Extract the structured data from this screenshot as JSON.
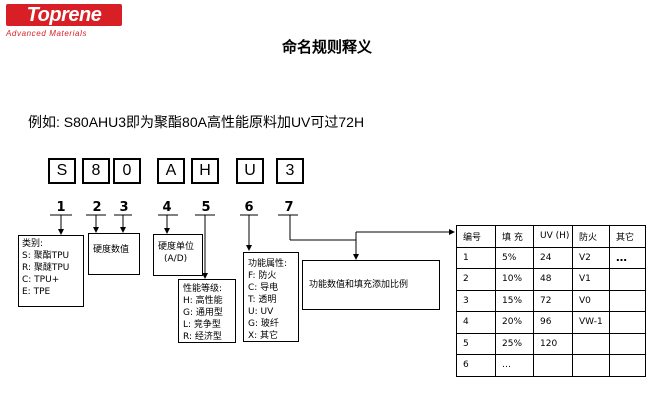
{
  "logo": {
    "brand": "Toprene",
    "tagline": "Advanced Materials",
    "color": "#d81f26"
  },
  "title": "命名规则释义",
  "example": "例如:   S80AHU3即为聚酯80A高性能原料加UV可过72H",
  "code_chars": [
    "S",
    "8",
    "0",
    "A",
    "H",
    "U",
    "3"
  ],
  "position_numbers": [
    "1",
    "2",
    "3",
    "4",
    "5",
    "6",
    "7"
  ],
  "boxes": {
    "category": {
      "heading": "类别:",
      "lines": [
        "S:  聚酯TPU",
        "R:  聚醚TPU",
        "C:   TPU+",
        "E:  TPE"
      ]
    },
    "hardness_value": {
      "text": "硬度数值"
    },
    "hardness_unit": {
      "line1": "硬度单位",
      "line2": "(A/D)"
    },
    "performance": {
      "heading": "性能等级:",
      "lines": [
        "H:  高性能",
        "G:  通用型",
        "L:  竞争型",
        "R:  经济型"
      ]
    },
    "function": {
      "heading": "功能属性:",
      "lines": [
        "F:  防火",
        "C:  导电",
        "T:  透明",
        "U:  UV",
        "G:  玻纤",
        "X:  其它"
      ]
    },
    "function_value": {
      "text": "功能数值和填充添加比例"
    }
  },
  "table": {
    "headers": [
      "编号",
      "填 充",
      "UV (H)",
      "防火",
      "其它"
    ],
    "rows": [
      [
        "1",
        "5%",
        "24",
        "V2",
        "…"
      ],
      [
        "2",
        "10%",
        "48",
        "V1",
        ""
      ],
      [
        "3",
        "15%",
        "72",
        "V0",
        ""
      ],
      [
        "4",
        "20%",
        "96",
        "VW-1",
        ""
      ],
      [
        "5",
        "25%",
        "120",
        "",
        ""
      ],
      [
        "6",
        "…",
        "",
        "",
        ""
      ]
    ]
  }
}
